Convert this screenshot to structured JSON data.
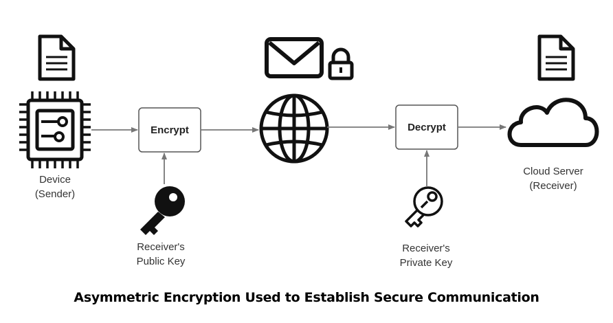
{
  "sender": {
    "label_line1": "Device",
    "label_line2": "(Sender)",
    "icon": "chip-icon",
    "doc_icon": "document-icon"
  },
  "encrypt": {
    "label": "Encrypt"
  },
  "public_key": {
    "label_line1": "Receiver's",
    "label_line2": "Public Key",
    "icon": "key-icon"
  },
  "network": {
    "icon": "globe-icon",
    "message_icon": "envelope-icon",
    "lock_icon": "lock-icon"
  },
  "decrypt": {
    "label": "Decrypt"
  },
  "private_key": {
    "label_line1": "Receiver's",
    "label_line2": "Private Key",
    "icon": "key-outline-icon"
  },
  "receiver": {
    "label_line1": "Cloud Server",
    "label_line2": "(Receiver)",
    "icon": "cloud-icon",
    "doc_icon": "document-icon"
  },
  "caption": "Asymmetric Encryption Used to Establish Secure Communication",
  "colors": {
    "icon": "#111111",
    "arrow": "#777777",
    "box_border": "#555555"
  }
}
